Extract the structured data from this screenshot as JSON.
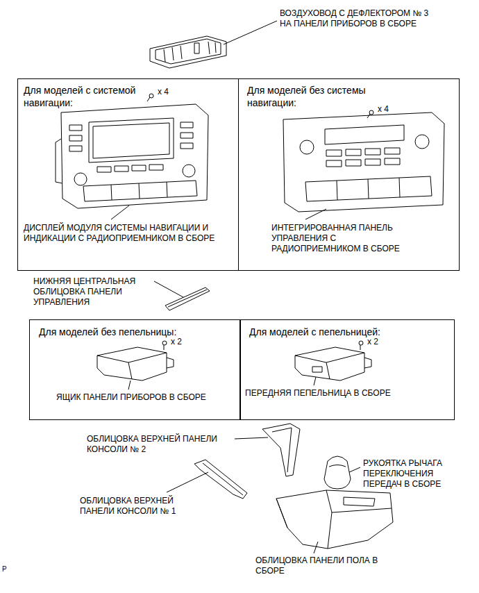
{
  "diagram": {
    "nodes": [
      {
        "text": [
          "Для моделей с системой навигации:",
          "x 4",
          "ДИСПЛЕЙ МОДУЛЯ СИСТЕМЫ НАВИГАЦИИ И ИНДИКАЦИИ С РАДИОПРИЕМНИКОМ В СБОРЕ"
        ]
      },
      {
        "text": [
          "Для моделей без системы навигации:",
          "x 4",
          "ИНТЕГРИРОВАННАЯ ПАНЕЛЬ УПРАВЛЕНИЯ С РАДИОПРИЕМНИКОМ В СБОРЕ"
        ]
      },
      {
        "text": [
          "Для моделей без пепельницы:",
          "x 2",
          "ЯЩИК ПАНЕЛИ ПРИБОРОВ В СБОРЕ"
        ]
      },
      {
        "text": [
          "Для моделей с пепельницей:",
          "x 2",
          "ПЕРЕДНЯЯ ПЕПЕЛЬНИЦА В СБОРЕ"
        ]
      }
    ],
    "labels": [
      "ВОЗДУХОВОД С ДЕФЛЕКТОРОМ № 3 НА ПАНЕЛИ ПРИБОРОВ В СБОРЕ",
      "НИЖНЯЯ ЦЕНТРАЛЬНАЯ ОБЛИЦОВКА ПАНЕЛИ УПРАВЛЕНИЯ",
      "ОБЛИЦОВКА ВЕРХНЕЙ ПАНЕЛИ КОНСОЛИ № 2",
      "РУКОЯТКА РЫЧАГА ПЕРЕКЛЮЧЕНИЯ ПЕРЕДАЧ В СБОРЕ",
      "ОБЛИЦОВКА ВЕРХНЕЙ ПАНЕЛИ КОНСОЛИ № 1",
      "ОБЛИЦОВКА ПАНЕЛИ ПОЛА В СБОРЕ",
      "P"
    ]
  }
}
